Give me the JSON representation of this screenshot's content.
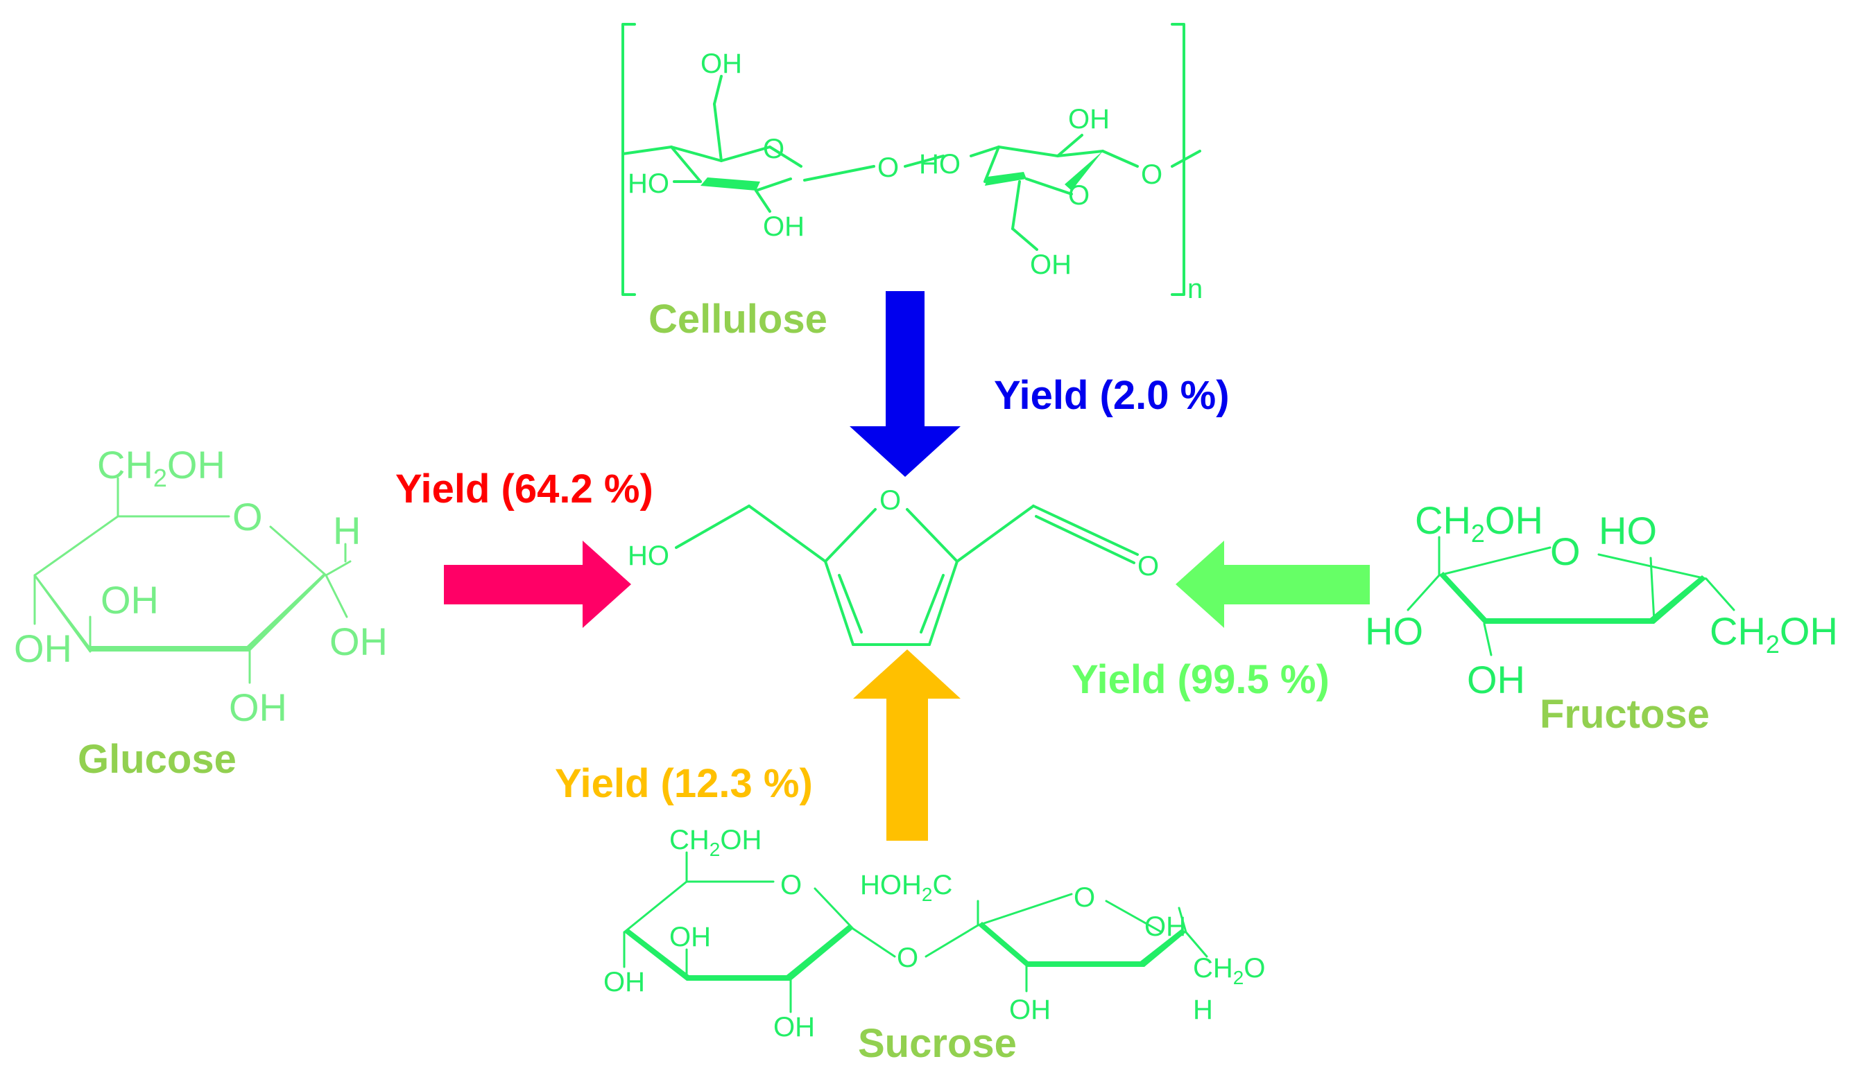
{
  "colors": {
    "structure": "#22ee66",
    "structure_light": "#77ee88",
    "name_label": "#92d050",
    "arrow_cellulose": "#0000ee",
    "arrow_glucose": "#ff0066",
    "arrow_fructose": "#66ff66",
    "arrow_sucrose": "#ffc000",
    "yield_cellulose": "#0000ee",
    "yield_glucose": "#ff0000",
    "yield_fructose": "#66ff66",
    "yield_sucrose": "#ffc000"
  },
  "compounds": {
    "cellulose": {
      "name": "Cellulose",
      "atoms": {
        "oh_top": "OH",
        "oh_right_top": "OH",
        "ho_left": "HO",
        "ho_mid": "HO",
        "oh_bottom_left": "OH",
        "oh_bottom_right": "OH",
        "o_ring1": "O",
        "o_bridge": "O",
        "o_ring2": "O",
        "o_end": "O",
        "n": "n"
      }
    },
    "glucose": {
      "name": "Glucose",
      "atoms": {
        "ch2oh": "CH2OH",
        "o_ring": "O",
        "h": "H",
        "oh_mid": "OH",
        "oh_left": "OH",
        "oh_right": "OH",
        "oh_bottom": "OH"
      }
    },
    "fructose": {
      "name": "Fructose",
      "atoms": {
        "ch2oh_top": "CH2OH",
        "ho_top": "HO",
        "o_ring": "O",
        "ho_left": "HO",
        "oh_bottom": "OH",
        "ch2oh_right": "CH2OH"
      }
    },
    "sucrose": {
      "name": "Sucrose",
      "atoms": {
        "ch2oh": "CH2OH",
        "o_ring1": "O",
        "hoh2c": "HOH2C",
        "o_ring2": "O",
        "oh_mid1": "OH",
        "oh_left": "OH",
        "oh_bottom": "OH",
        "o_bridge": "O",
        "oh_fru": "OH",
        "oh_fru_bottom": "OH",
        "ch2o": "CH2O",
        "h": "H"
      }
    },
    "hmf": {
      "atoms": {
        "ho": "HO",
        "o_ring": "O",
        "o_aldehyde": "O"
      }
    }
  },
  "yields": {
    "cellulose": "Yield (2.0 %)",
    "glucose": "Yield (64.2 %)",
    "fructose": "Yield (99.5 %)",
    "sucrose": "Yield (12.3 %)"
  }
}
